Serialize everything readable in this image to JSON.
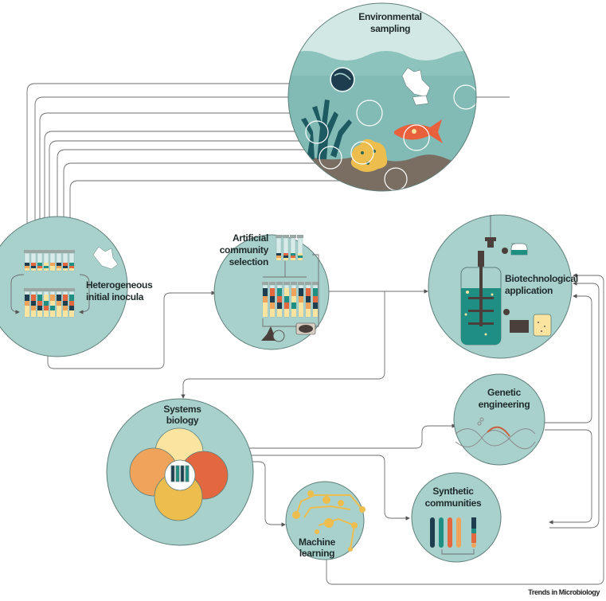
{
  "figure": {
    "credit": "Trends in Microbiology",
    "colors": {
      "circle_fill": "#a9d1cc",
      "circle_stroke": "#5f7f7b",
      "navy": "#1e3d4f",
      "teal": "#1f8f84",
      "orange": "#f0a35a",
      "red_orange": "#e3673f",
      "cream": "#fbe3a0",
      "sediment": "#7a6e63",
      "yellow": "#edbd4e",
      "dark_brown": "#4a3f3a"
    }
  },
  "nodes": {
    "environmental": {
      "line1": "Environmental",
      "line2": "sampling"
    },
    "inocula": {
      "line1": "Heterogeneous",
      "line2": "initial inocula"
    },
    "selection": {
      "line1": "Artificial",
      "line2": "community",
      "line3": "selection"
    },
    "biotech": {
      "line1": "Biotechnological",
      "line2": "application"
    },
    "systems": {
      "line1": "Systems",
      "line2": "biology"
    },
    "genetic": {
      "line1": "Genetic",
      "line2": "engineering"
    },
    "synthetic": {
      "line1": "Synthetic",
      "line2": "communities"
    },
    "ml": {
      "line1": "Machine",
      "line2": "learning"
    }
  },
  "icons": {
    "environmental": [
      "wave-icon",
      "seaweed-icon",
      "fish-icon",
      "plastic-debris-icon",
      "sponge-icon",
      "plankton-icon"
    ],
    "inocula": [
      "test-tube-rack-icon",
      "plastic-debris-icon"
    ],
    "selection": [
      "test-tube-icon",
      "distribution-icon",
      "petri-dish-icon"
    ],
    "biotech": [
      "bioreactor-icon",
      "product-vessel-icon"
    ],
    "systems": [
      "omics-venn-icon"
    ],
    "genetic": [
      "dna-scissors-icon"
    ],
    "synthetic": [
      "test-tube-icon"
    ],
    "ml": [
      "circuit-brain-icon"
    ]
  }
}
